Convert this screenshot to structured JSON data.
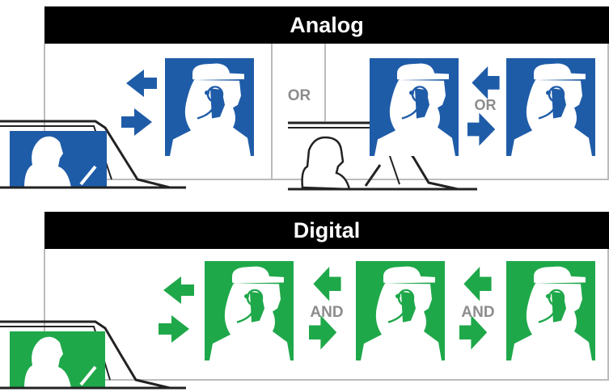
{
  "analog": {
    "title": "Analog",
    "or_center": "OR",
    "or_between": "OR",
    "color": "#1f5ca8"
  },
  "digital": {
    "title": "Digital",
    "and_1": "AND",
    "and_2": "AND",
    "color": "#1fa84a"
  },
  "icons": {
    "car": "car-driver-icon",
    "operator": "headset-operator-icon",
    "arrow": "bidirectional-arrow-icon"
  }
}
